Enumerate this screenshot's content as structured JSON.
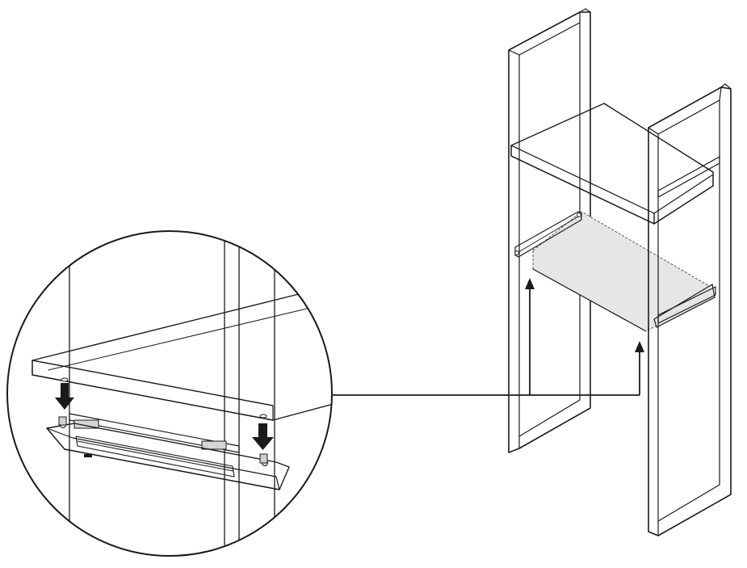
{
  "figure": {
    "type": "assembly-instruction",
    "text_labels": [],
    "colors": {
      "line": "#1a1a1a",
      "shelf_fill": "#c8c8c8",
      "shelf_edge": "#a9a9a9",
      "phantom_shelf_fill": "#e6e6e6",
      "bracket_fill": "#c4c4c4",
      "bracket_dark": "#9a9a9a",
      "arrow_fill": "#1a1a1a",
      "background": "#ffffff"
    },
    "parts": {
      "frame_count": 2,
      "installed_shelf_count": 1,
      "phantom_shelf_count": 1,
      "detail_arrow_count": 2,
      "overview_arrow_count": 2
    }
  }
}
